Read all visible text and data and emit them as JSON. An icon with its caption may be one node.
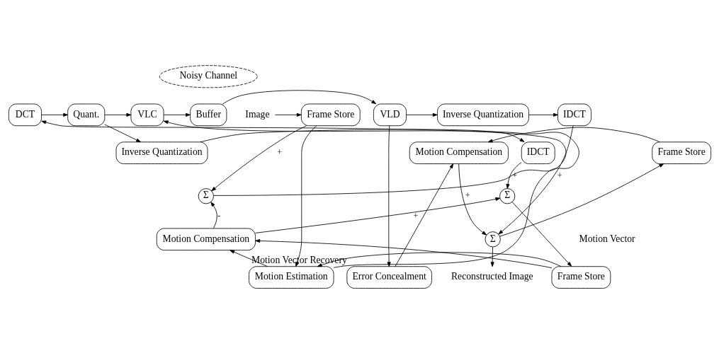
{
  "diagram": {
    "nodes": [
      {
        "text": [
          "Image"
        ]
      },
      {
        "text": [
          "Frame Store"
        ]
      },
      {
        "text": [
          "DCT"
        ]
      },
      {
        "text": [
          "Quant."
        ]
      },
      {
        "text": [
          "VLC"
        ]
      },
      {
        "text": [
          "Buffer"
        ]
      },
      {
        "text": [
          "Inverse Quantization"
        ]
      },
      {
        "text": [
          "IDCT"
        ]
      },
      {
        "text": [
          "Σ"
        ]
      },
      {
        "text": [
          "Σ"
        ]
      },
      {
        "text": [
          "Motion Compensation"
        ]
      },
      {
        "text": [
          "Motion Estimation"
        ]
      },
      {
        "text": [
          "Frame Store"
        ]
      },
      {
        "text": [
          "Noisy Channel"
        ]
      },
      {
        "text": [
          "VLD"
        ]
      },
      {
        "text": [
          "Inverse Quantization"
        ]
      },
      {
        "text": [
          "IDCT"
        ]
      },
      {
        "text": [
          "Motion Compensation"
        ]
      },
      {
        "text": [
          "Frame Store"
        ]
      },
      {
        "text": [
          "Error Concealment"
        ],
        "beside": [
          "Motion Vector Recovery"
        ]
      },
      {
        "text": [
          "Σ"
        ]
      },
      {
        "text": [
          "Reconstructed Image"
        ]
      }
    ],
    "edges": [
      {
        "from": 0,
        "to": 1,
        "arrow": "to"
      },
      {
        "from": 1,
        "to": 8,
        "arrow": "to",
        "label": "+"
      },
      {
        "from": 1,
        "to": 11,
        "arrow": "to"
      },
      {
        "from": 8,
        "to": 2,
        "arrow": "to"
      },
      {
        "from": 2,
        "to": 3,
        "arrow": "to"
      },
      {
        "from": 3,
        "to": 4,
        "arrow": "to"
      },
      {
        "from": 4,
        "to": 5,
        "arrow": "to"
      },
      {
        "from": 3,
        "to": 6,
        "arrow": "to"
      },
      {
        "from": 6,
        "to": 7,
        "arrow": "to"
      },
      {
        "from": 7,
        "to": 9,
        "arrow": "to",
        "label": "+"
      },
      {
        "from": 10,
        "to": 8,
        "arrow": "to",
        "label": "-"
      },
      {
        "from": 10,
        "to": 9,
        "arrow": "to",
        "label": "+"
      },
      {
        "from": 11,
        "to": 10,
        "arrow": "to"
      },
      {
        "from": 11,
        "to": 4,
        "arrow": "to"
      },
      {
        "from": 12,
        "to": 11,
        "arrow": "to"
      },
      {
        "from": 12,
        "to": 10,
        "arrow": "to"
      },
      {
        "from": 9,
        "to": 12,
        "arrow": "to"
      },
      {
        "from": 5,
        "to": 14,
        "arrow": "to"
      },
      {
        "from": 14,
        "to": 15,
        "arrow": "to"
      },
      {
        "from": 15,
        "to": 16,
        "arrow": "to"
      },
      {
        "from": 14,
        "to": 19,
        "arrow": "to"
      },
      {
        "from": 19,
        "to": 17,
        "arrow": "to"
      },
      {
        "from": 18,
        "to": 17,
        "arrow": "to"
      },
      {
        "from": 16,
        "to": 20,
        "arrow": "to",
        "label": "+"
      },
      {
        "from": 17,
        "to": 20,
        "arrow": "to",
        "label": "+"
      },
      {
        "from": 20,
        "to": 18,
        "arrow": "to"
      },
      {
        "from": 20,
        "to": 21,
        "arrow": "to"
      }
    ],
    "labels": [
      "Motion Vector"
    ]
  }
}
